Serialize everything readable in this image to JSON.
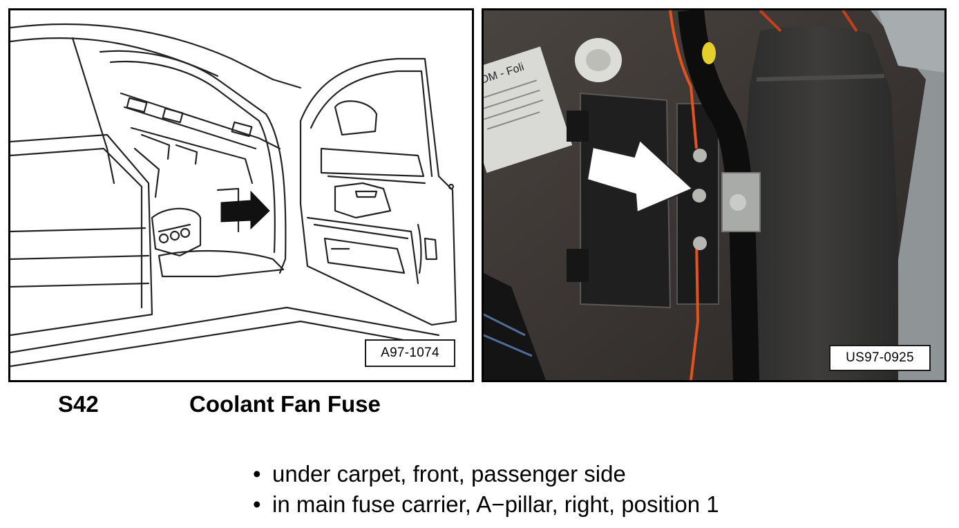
{
  "figures": [
    {
      "reference": "A97-1074",
      "kind": "line-drawing"
    },
    {
      "reference": "US97-0925",
      "kind": "photo",
      "label_text": "EPDM - Foli"
    }
  ],
  "fuse": {
    "id": "S42",
    "name": "Coolant Fan Fuse"
  },
  "locations": [
    "under carpet, front, passenger side",
    "in main fuse carrier, A−pillar, right, position 1"
  ],
  "bullet_glyph": "•",
  "colors": {
    "border": "#000000",
    "wire_red": "#e8501e",
    "arrow": "#ffffff"
  }
}
